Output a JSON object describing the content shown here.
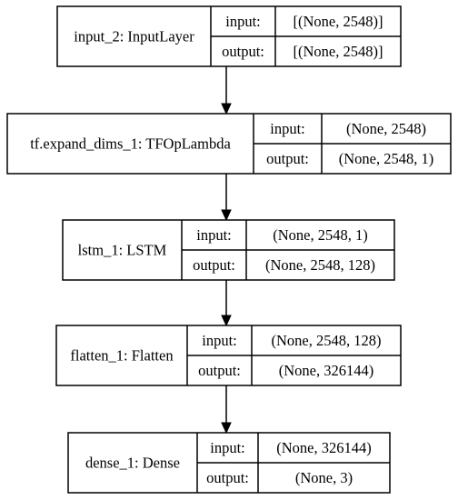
{
  "nodes": [
    {
      "label": "input_2: InputLayer",
      "input_label": "input:",
      "input_value": "[(None, 2548)]",
      "output_label": "output:",
      "output_value": "[(None, 2548)]"
    },
    {
      "label": "tf.expand_dims_1: TFOpLambda",
      "input_label": "input:",
      "input_value": "(None, 2548)",
      "output_label": "output:",
      "output_value": "(None, 2548, 1)"
    },
    {
      "label": "lstm_1: LSTM",
      "input_label": "input:",
      "input_value": "(None, 2548, 1)",
      "output_label": "output:",
      "output_value": "(None, 2548, 128)"
    },
    {
      "label": "flatten_1: Flatten",
      "input_label": "input:",
      "input_value": "(None, 2548, 128)",
      "output_label": "output:",
      "output_value": "(None, 326144)"
    },
    {
      "label": "dense_1: Dense",
      "input_label": "input:",
      "input_value": "(None, 326144)",
      "output_label": "output:",
      "output_value": "(None, 3)"
    }
  ],
  "edges": [
    {
      "from": 0,
      "to": 1
    },
    {
      "from": 1,
      "to": 2
    },
    {
      "from": 2,
      "to": 3
    },
    {
      "from": 3,
      "to": 4
    }
  ]
}
